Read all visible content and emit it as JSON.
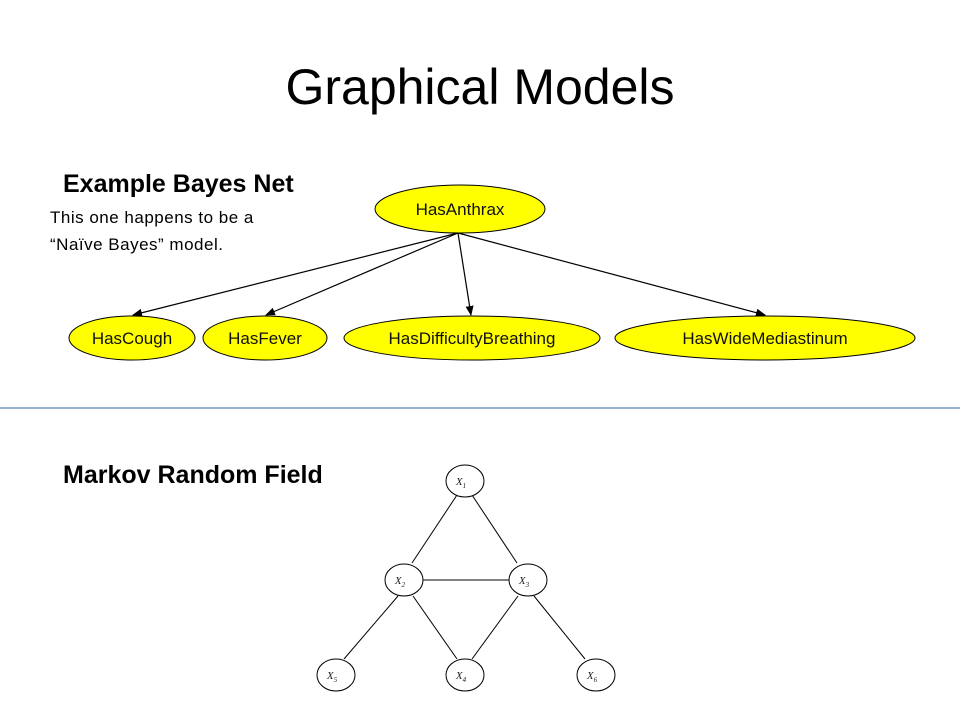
{
  "slide": {
    "title": "Graphical Models"
  },
  "bayes_net": {
    "heading": "Example Bayes Net",
    "note_lines": [
      "This one happens to be a",
      "“Naïve Bayes” model."
    ],
    "node_fill": "#ffff00",
    "root": "HasAnthrax",
    "children": [
      "HasCough",
      "HasFever",
      "HasDifficultyBreathing",
      "HasWideMediastinum"
    ]
  },
  "mrf": {
    "heading": "Markov Random Field",
    "nodes": [
      {
        "id": "x1",
        "var": "X",
        "sub": "1"
      },
      {
        "id": "x2",
        "var": "X",
        "sub": "2"
      },
      {
        "id": "x3",
        "var": "X",
        "sub": "3"
      },
      {
        "id": "x5",
        "var": "X",
        "sub": "5"
      },
      {
        "id": "x4",
        "var": "X",
        "sub": "4"
      },
      {
        "id": "x6",
        "var": "X",
        "sub": "6"
      }
    ]
  }
}
